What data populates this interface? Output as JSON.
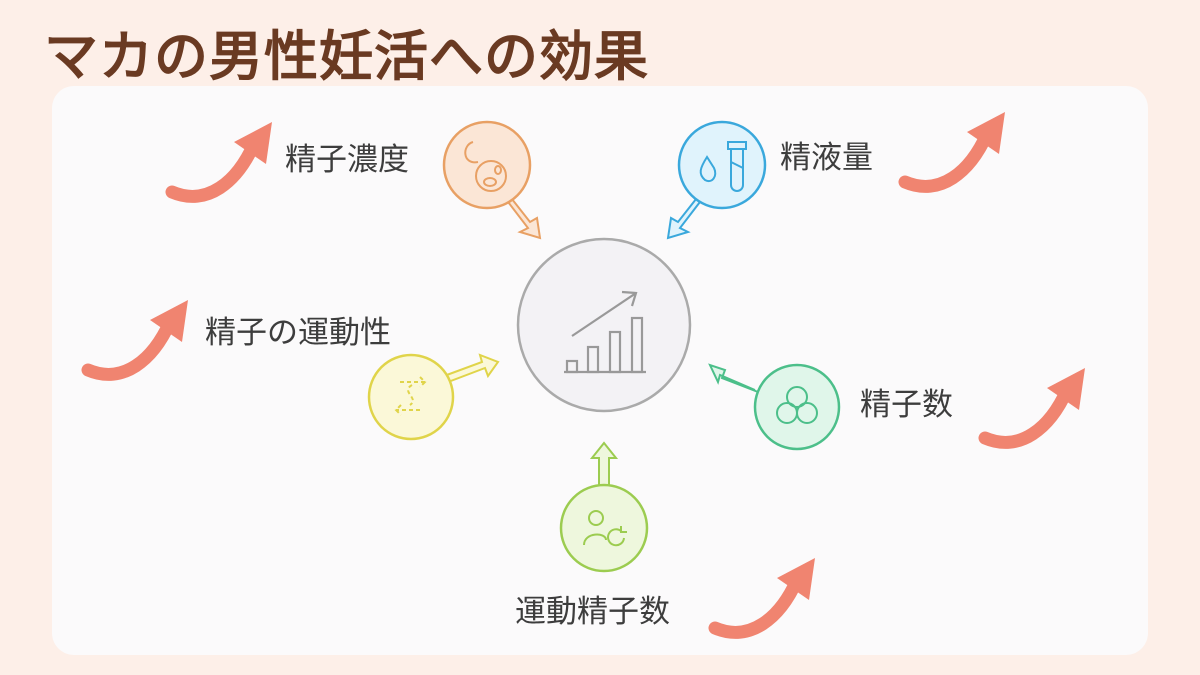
{
  "title": "マカの男性妊活への効果",
  "center": {
    "icon": "growth-chart-icon"
  },
  "factors": [
    {
      "label": "精子濃度",
      "icon": "sperm-cell-icon",
      "color": "#e8a064",
      "fill": "#fbe6d6"
    },
    {
      "label": "精液量",
      "icon": "droplet-test-tube-icon",
      "color": "#3aa8dc",
      "fill": "#e0f3fc"
    },
    {
      "label": "精子の運動性",
      "icon": "motion-arrows-icon",
      "color": "#e0d44a",
      "fill": "#fbf8d8"
    },
    {
      "label": "精子数",
      "icon": "cell-cluster-icon",
      "color": "#4cbf8a",
      "fill": "#e0f6ea"
    },
    {
      "label": "運動精子数",
      "icon": "person-refresh-icon",
      "color": "#9ccc50",
      "fill": "#eef7dd"
    }
  ],
  "accent": "#f08470"
}
